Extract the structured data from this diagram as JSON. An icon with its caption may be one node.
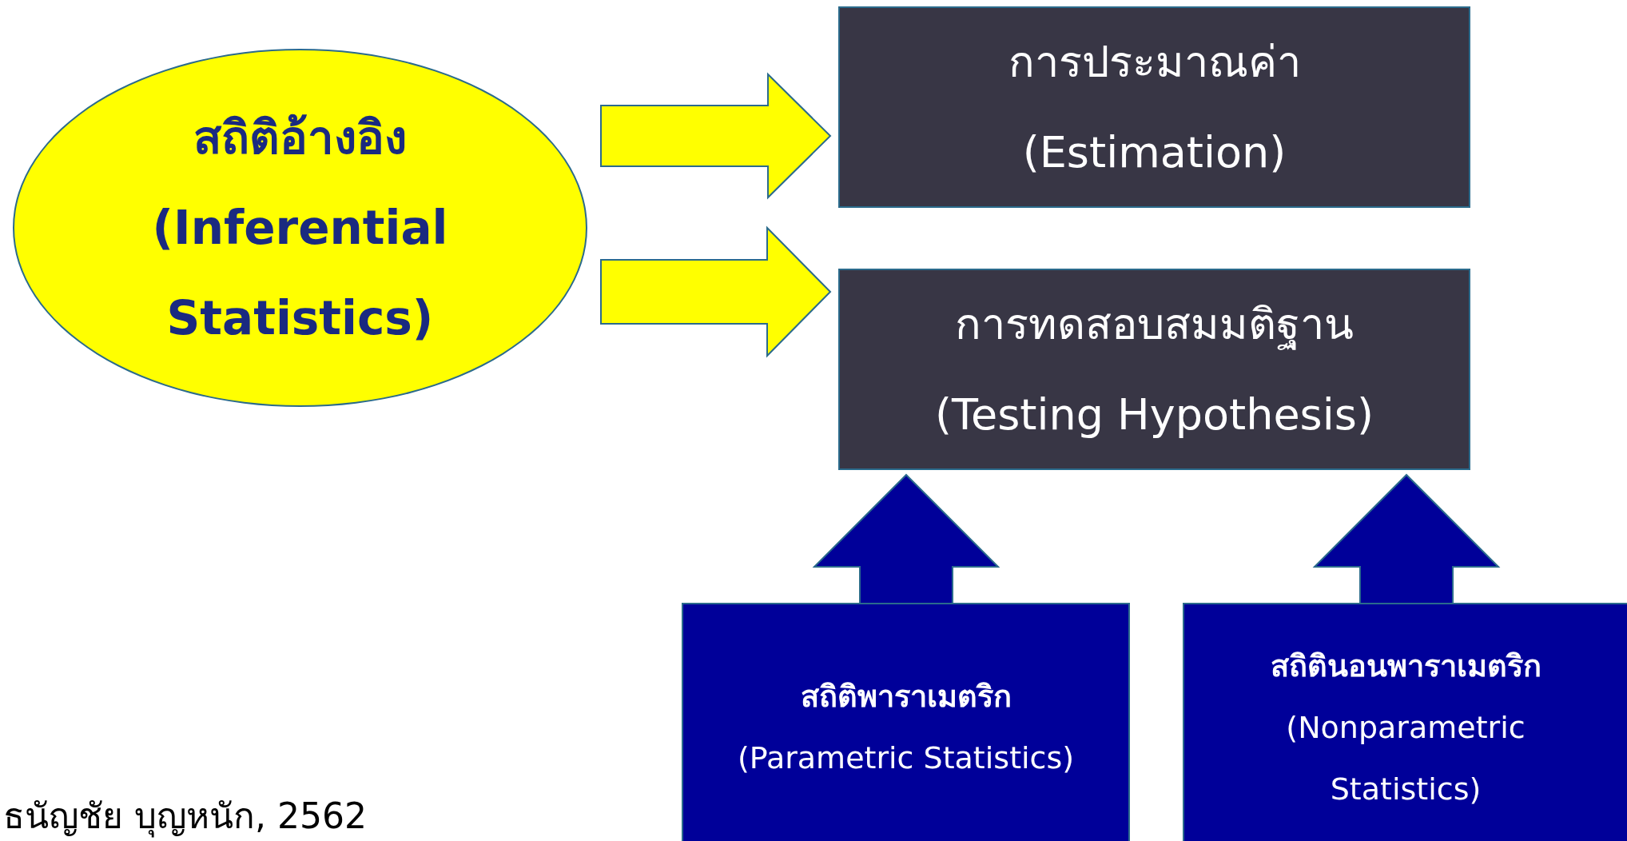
{
  "diagram": {
    "nodes": [
      {
        "text": [
          "สถิติอ้างอิง",
          "(Inferential Statistics)"
        ]
      },
      {
        "text": [
          "การประมาณค่า",
          "(Estimation)"
        ]
      },
      {
        "text": [
          "การทดสอบสมมติฐาน",
          "(Testing Hypothesis)"
        ]
      },
      {
        "text": [
          "สถิติพาราเมตริก",
          "(Parametric Statistics)"
        ]
      },
      {
        "text": [
          "สถิตินอนพาราเมตริก",
          "(Nonparametric Statistics)"
        ]
      }
    ],
    "edges": [
      {
        "from": 0,
        "to": 1,
        "arrow": "to"
      },
      {
        "from": 0,
        "to": 2,
        "arrow": "to"
      },
      {
        "from": 3,
        "to": 2,
        "arrow": "to",
        "color": "#000099"
      },
      {
        "from": 4,
        "to": 2,
        "arrow": "to",
        "color": "#000099"
      }
    ],
    "labels": [
      "ธนัญชัย บุญหนัก, 2562"
    ]
  }
}
